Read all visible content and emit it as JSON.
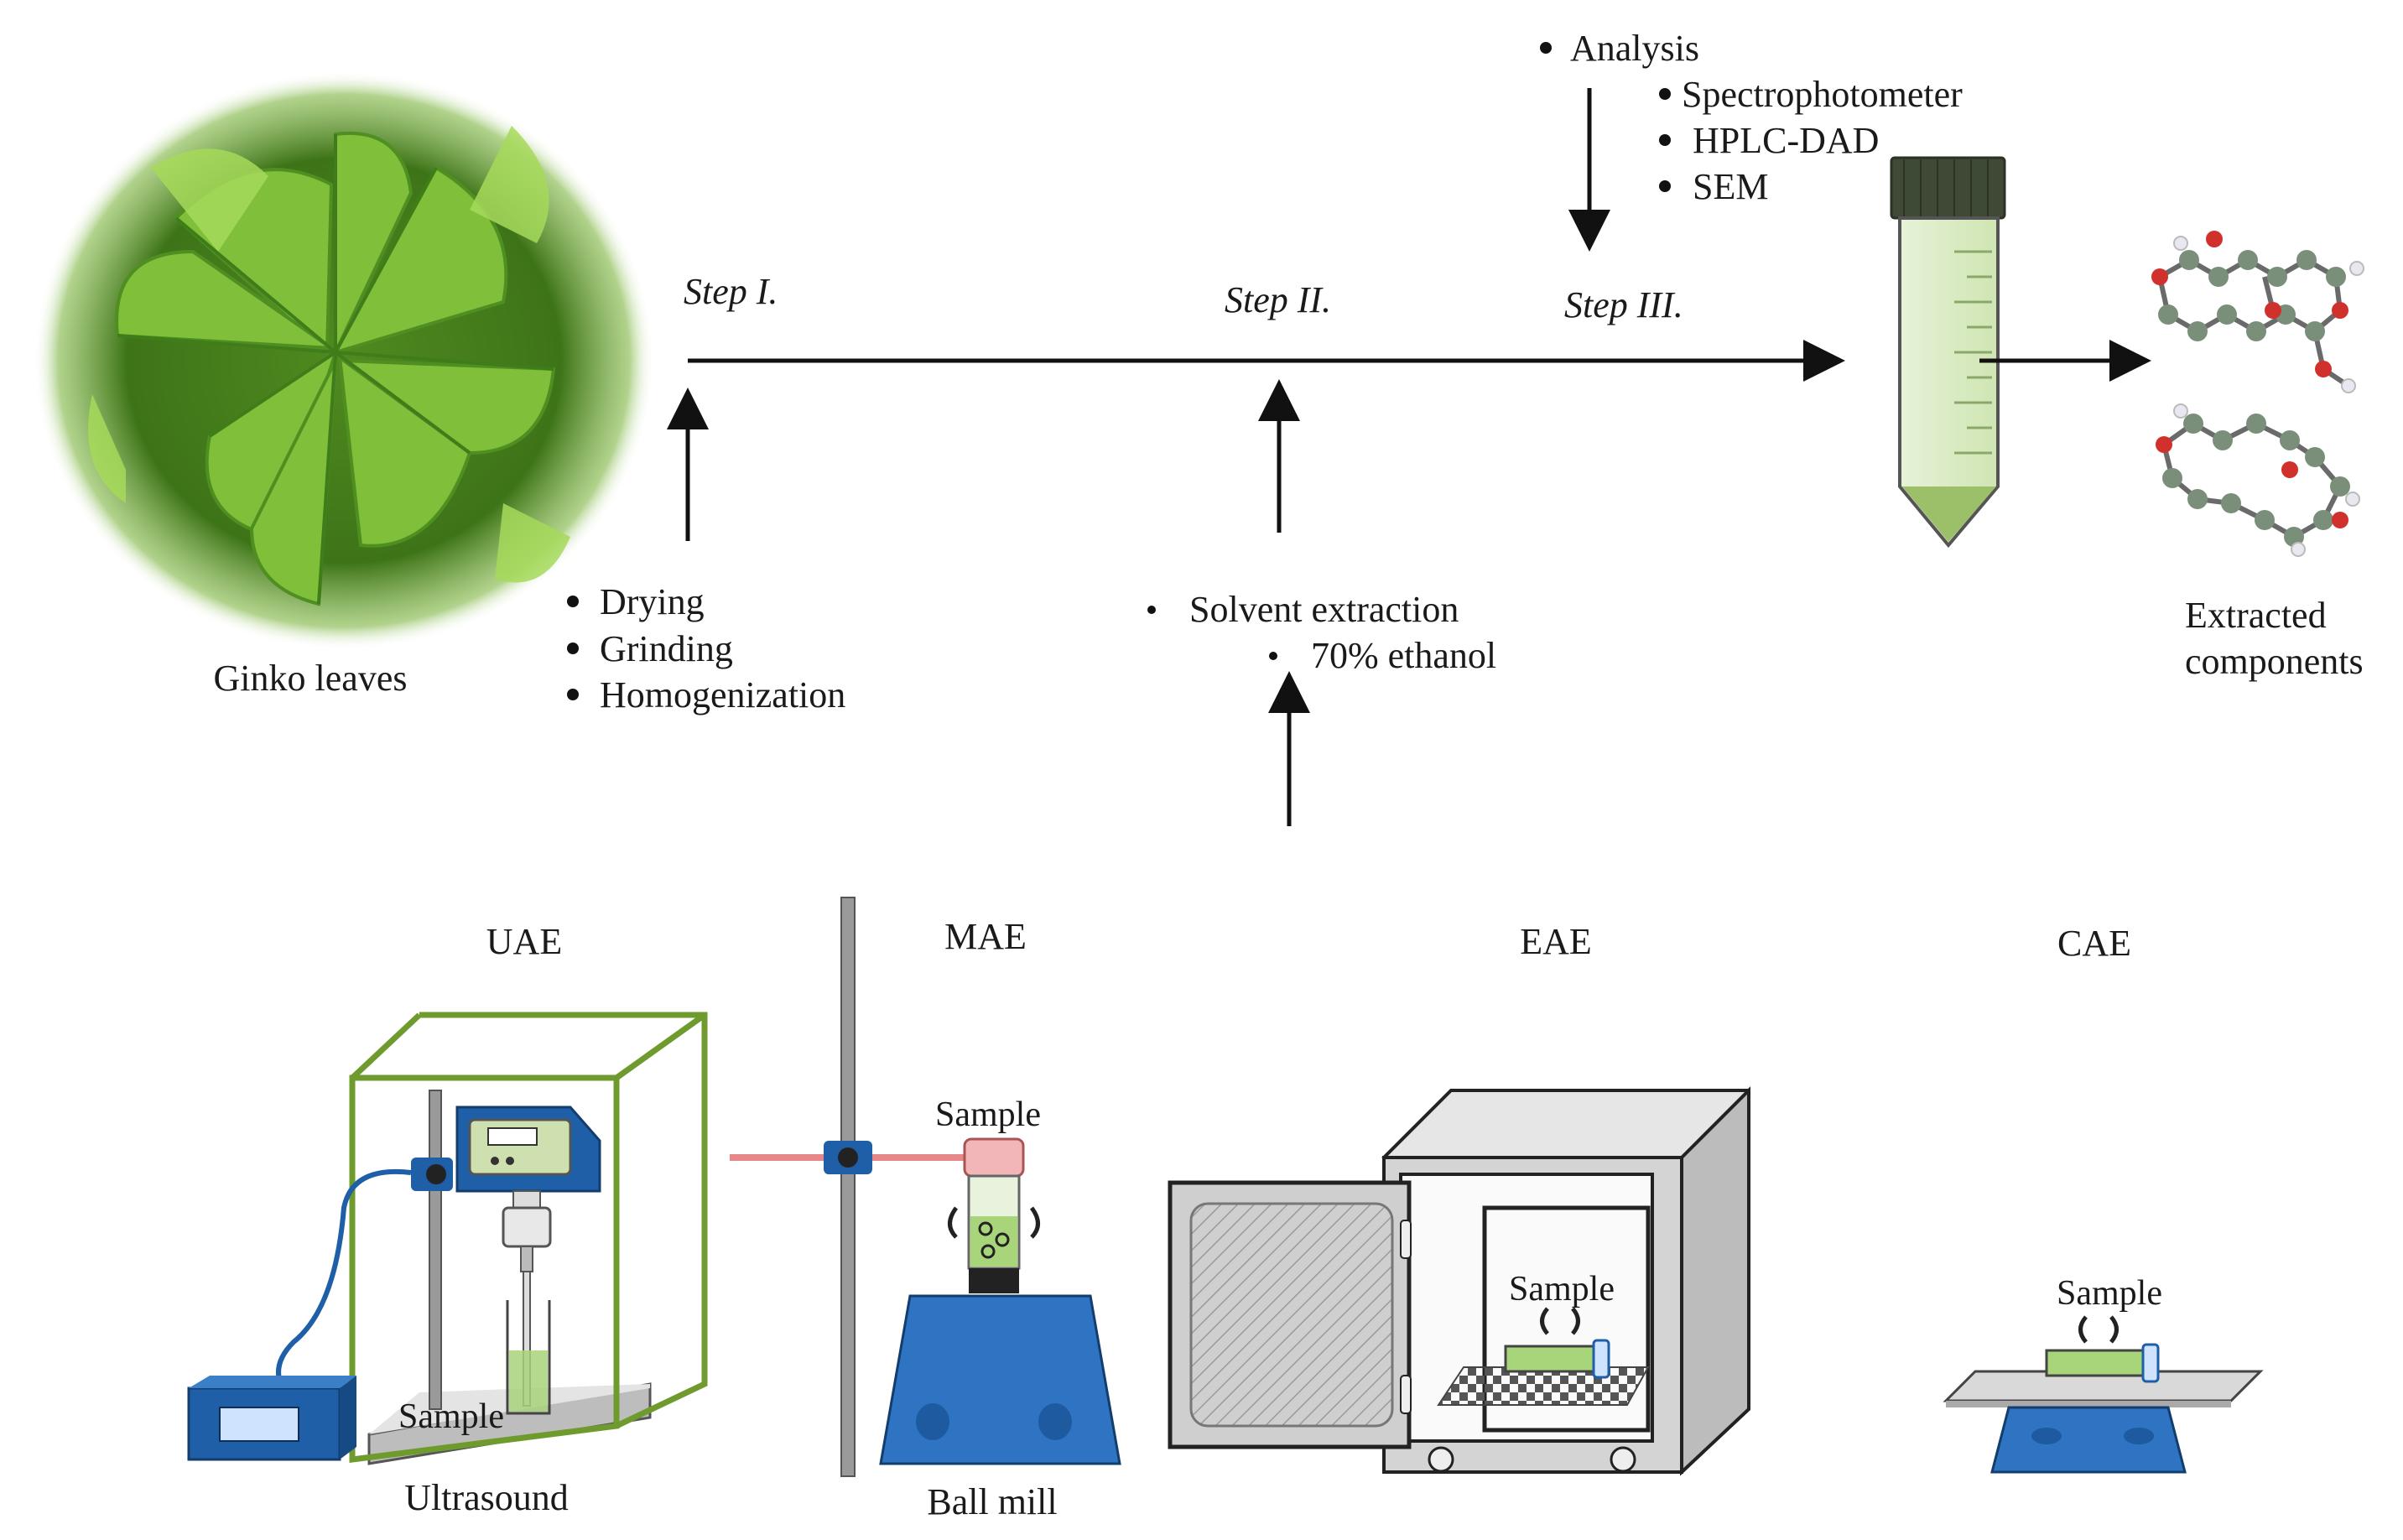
{
  "source": {
    "label": "Ginko leaves"
  },
  "steps": {
    "step1": "Step I.",
    "step2": "Step II.",
    "step3": "Step III."
  },
  "pretreatment": {
    "items": [
      "Drying",
      "Grinding",
      "Homogenization"
    ]
  },
  "extraction": {
    "main": "Solvent extraction",
    "sub": "70% ethanol"
  },
  "analysis": {
    "title": "Analysis",
    "items": [
      "Spectrophotometer",
      "HPLC-DAD",
      "SEM"
    ]
  },
  "result": {
    "line1": "Extracted",
    "line2": "components"
  },
  "methods": {
    "uae": "UAE",
    "mae": "MAE",
    "eae": "EAE",
    "cae": "CAE"
  },
  "equipment": {
    "ultrasound": "Ultrasound",
    "ball_mill": "Ball mill",
    "sample": "Sample"
  },
  "colors": {
    "leaf_green": "#5c9a2a",
    "frame_green": "#6f9a2e",
    "device_blue": "#1f5fa8",
    "vial_green": "#b9d98a",
    "arrow": "#111111"
  }
}
